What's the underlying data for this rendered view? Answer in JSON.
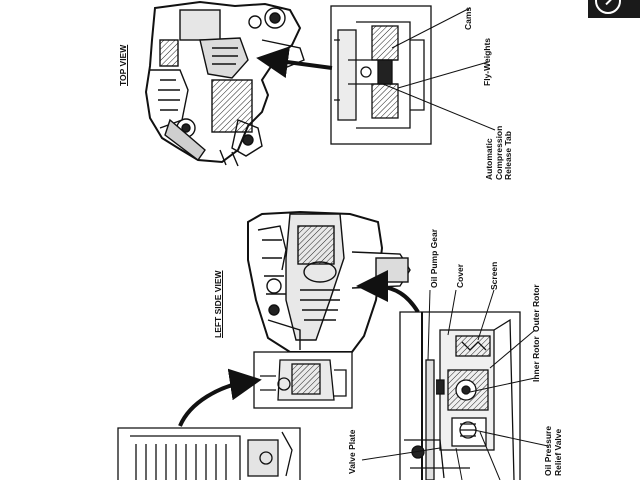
{
  "views": {
    "top": "TOP VIEW",
    "left_side": "LEFT SIDE VIEW"
  },
  "callouts": {
    "cams": "Cams",
    "fly_weights": "Fly-Weights",
    "auto_release": [
      "Automatic",
      "Compression",
      "Release Tab"
    ],
    "oil_pump_gear": "Oil Pump Gear",
    "cover": "Cover",
    "screen": "Screen",
    "outer_rotor": "Outer Rotor",
    "inner_rotor": "Inner Rotor",
    "valve_plate": "Valve Plate",
    "oil_pressure_relief": [
      "Oil Pressure",
      "Relief Valve"
    ]
  },
  "colors": {
    "ink": "#111111",
    "player": "#1a1a1a"
  },
  "icons": {
    "player_control": "refresh-icon"
  }
}
